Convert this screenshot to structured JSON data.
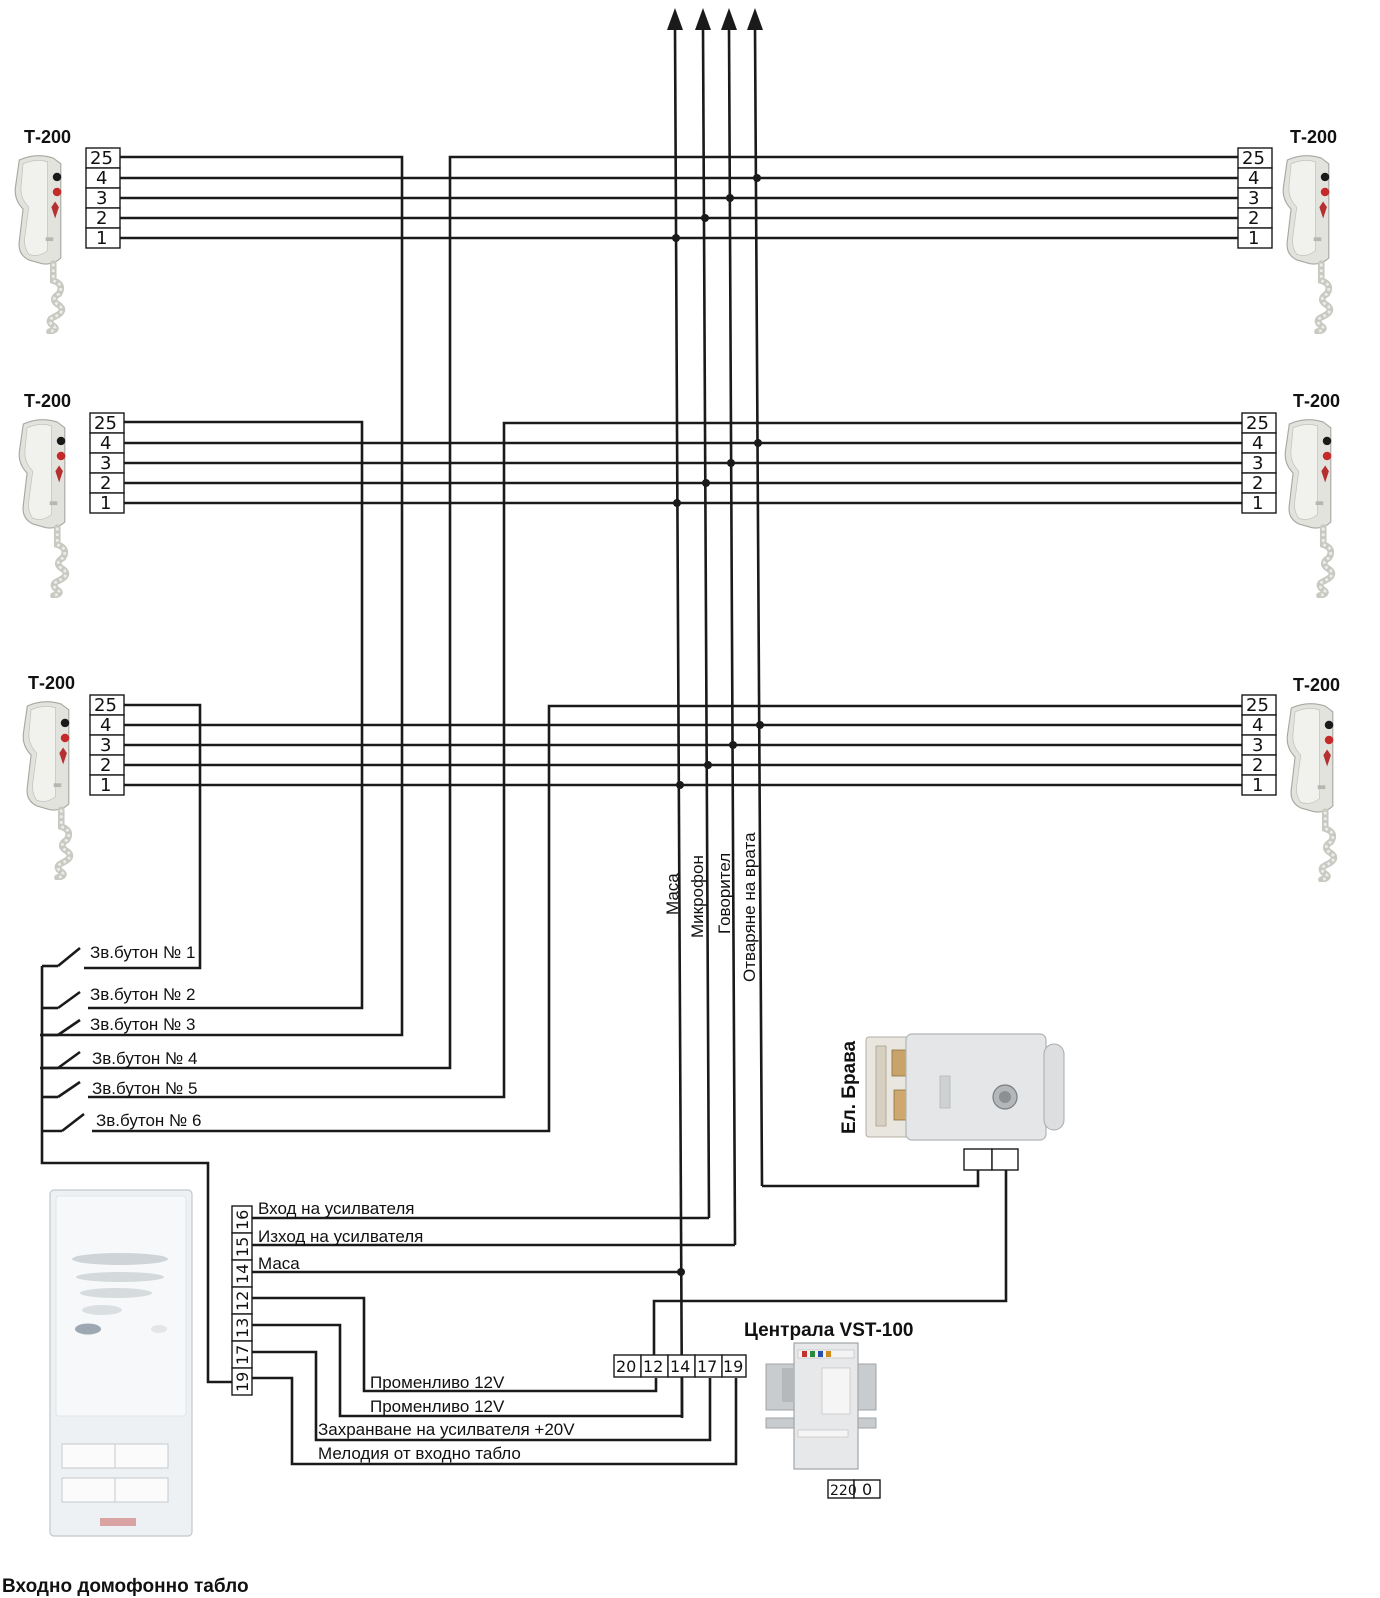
{
  "handsets": {
    "model": "Т-200",
    "terminals": [
      "25",
      "4",
      "3",
      "2",
      "1"
    ]
  },
  "risers": {
    "labels": [
      "Маса",
      "Микрофон",
      "Говорител",
      "Отваряне на врата"
    ]
  },
  "buttons": [
    "Зв.бутон № 1",
    "Зв.бутон № 2",
    "Зв.бутон № 3",
    "Зв.бутон № 4",
    "Зв.бутон № 5",
    "Зв.бутон № 6"
  ],
  "panel": {
    "title": "Входно домофонно табло",
    "terminals": [
      "16",
      "15",
      "14",
      "12",
      "13",
      "17",
      "19"
    ],
    "wires": {
      "t16": "Вход на усилвателя",
      "t15": "Изход на усилвателя",
      "t14": "Маса",
      "t12": "Променливо 12V",
      "t13": "Променливо 12V",
      "t17": "Захранване на усилвателя +20V",
      "t19": "Мелодия от входно табло"
    }
  },
  "central": {
    "title": "Централа VST-100",
    "terminals": [
      "20",
      "12",
      "14",
      "17",
      "19"
    ],
    "power_terminals": [
      "220",
      "0"
    ]
  },
  "lock": {
    "title": "Ел. Брава"
  }
}
